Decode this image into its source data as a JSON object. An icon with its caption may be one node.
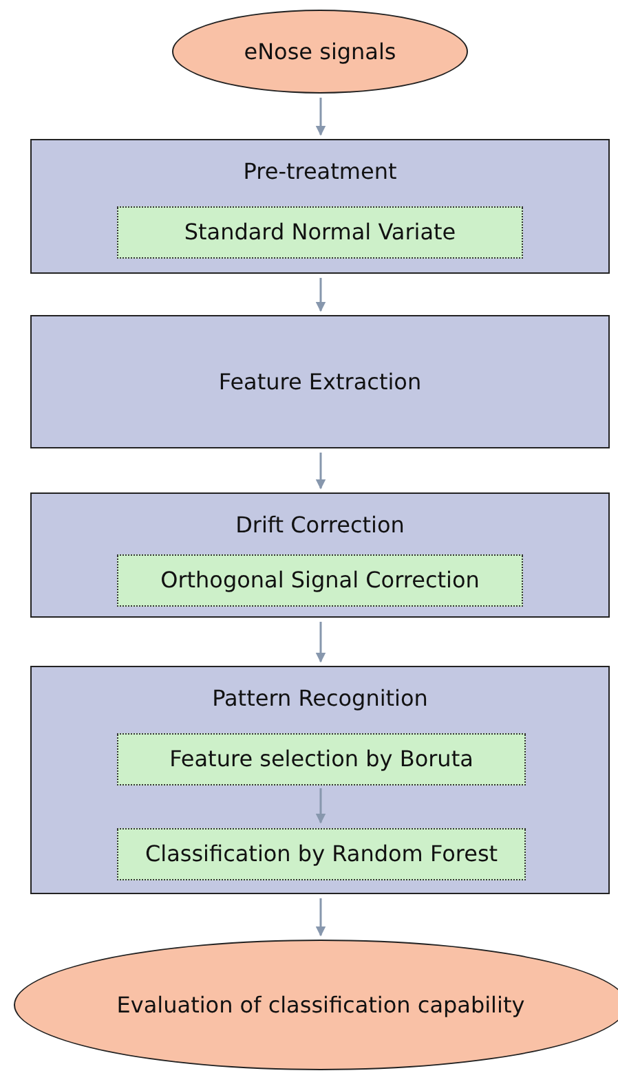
{
  "diagram": {
    "nodes": [
      {
        "text": [
          "eNose signals"
        ]
      },
      {
        "text": [
          "Pre-treatment"
        ]
      },
      {
        "text": [
          "Standard Normal Variate"
        ],
        "in": 1
      },
      {
        "text": [
          "Feature Extraction"
        ]
      },
      {
        "text": [
          "Drift Correction"
        ]
      },
      {
        "text": [
          "Orthogonal Signal Correction"
        ],
        "in": 4
      },
      {
        "text": [
          "Pattern Recognition"
        ]
      },
      {
        "text": [
          "Feature selection by Boruta"
        ],
        "in": 6
      },
      {
        "text": [
          "Classification by Random Forest"
        ],
        "in": 6
      },
      {
        "text": [
          "Evaluation of classification capability"
        ]
      }
    ],
    "edges": [
      {
        "from": 0,
        "to": 1,
        "arrow": "to"
      },
      {
        "from": 1,
        "to": 3,
        "arrow": "to"
      },
      {
        "from": 3,
        "to": 4,
        "arrow": "to"
      },
      {
        "from": 4,
        "to": 6,
        "arrow": "to"
      },
      {
        "from": 7,
        "to": 8,
        "arrow": "to"
      },
      {
        "from": 6,
        "to": 9,
        "arrow": "to"
      }
    ]
  }
}
